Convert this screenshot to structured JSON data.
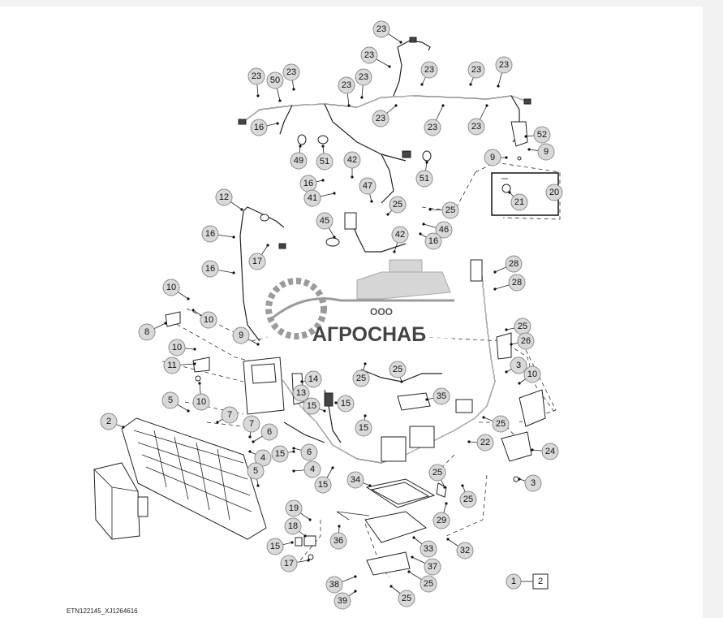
{
  "diagram": {
    "figure_id": "ETN122145_XJ1264616",
    "watermark": {
      "company_prefix": "ООО",
      "company_name": "АГРОСНАБ"
    },
    "callouts": [
      {
        "id": "c1",
        "text": "23"
      },
      {
        "id": "c2",
        "text": "23"
      },
      {
        "id": "c3",
        "text": "23"
      },
      {
        "id": "c4",
        "text": "50"
      },
      {
        "id": "c5",
        "text": "23"
      },
      {
        "id": "c6",
        "text": "23"
      },
      {
        "id": "c7",
        "text": "23"
      },
      {
        "id": "c8",
        "text": "23"
      },
      {
        "id": "c9",
        "text": "23"
      },
      {
        "id": "c10",
        "text": "23"
      },
      {
        "id": "c11",
        "text": "16"
      },
      {
        "id": "c12",
        "text": "23"
      },
      {
        "id": "c13",
        "text": "23"
      },
      {
        "id": "c14",
        "text": "23"
      },
      {
        "id": "c15",
        "text": "52"
      },
      {
        "id": "c16",
        "text": "49"
      },
      {
        "id": "c17",
        "text": "51"
      },
      {
        "id": "c18",
        "text": "42"
      },
      {
        "id": "c19",
        "text": "51"
      },
      {
        "id": "c20",
        "text": "9"
      },
      {
        "id": "c21",
        "text": "9"
      },
      {
        "id": "c22",
        "text": "16"
      },
      {
        "id": "c23",
        "text": "41"
      },
      {
        "id": "c24",
        "text": "47"
      },
      {
        "id": "c25",
        "text": "25"
      },
      {
        "id": "c26",
        "text": "20"
      },
      {
        "id": "c27",
        "text": "21"
      },
      {
        "id": "c28",
        "text": "12"
      },
      {
        "id": "c29",
        "text": "25"
      },
      {
        "id": "c30",
        "text": "46"
      },
      {
        "id": "c31",
        "text": "16"
      },
      {
        "id": "c32",
        "text": "16"
      },
      {
        "id": "c33",
        "text": "45"
      },
      {
        "id": "c34",
        "text": "42"
      },
      {
        "id": "c35",
        "text": "17"
      },
      {
        "id": "c36",
        "text": "16"
      },
      {
        "id": "c37",
        "text": "28"
      },
      {
        "id": "c38",
        "text": "28"
      },
      {
        "id": "c39",
        "text": "10"
      },
      {
        "id": "c40",
        "text": "10"
      },
      {
        "id": "c41",
        "text": "8"
      },
      {
        "id": "c42",
        "text": "9"
      },
      {
        "id": "c43",
        "text": "25"
      },
      {
        "id": "c44",
        "text": "26"
      },
      {
        "id": "c45",
        "text": "10"
      },
      {
        "id": "c46",
        "text": "11"
      },
      {
        "id": "c47",
        "text": "3"
      },
      {
        "id": "c48",
        "text": "10"
      },
      {
        "id": "c49",
        "text": "14"
      },
      {
        "id": "c50",
        "text": "25"
      },
      {
        "id": "c51",
        "text": "25"
      },
      {
        "id": "c52",
        "text": "13"
      },
      {
        "id": "c53",
        "text": "35"
      },
      {
        "id": "c54",
        "text": "10"
      },
      {
        "id": "c55",
        "text": "5"
      },
      {
        "id": "c56",
        "text": "15"
      },
      {
        "id": "c57",
        "text": "15"
      },
      {
        "id": "c58",
        "text": "7"
      },
      {
        "id": "c59",
        "text": "2"
      },
      {
        "id": "c60",
        "text": "15"
      },
      {
        "id": "c61",
        "text": "25"
      },
      {
        "id": "c62",
        "text": "7"
      },
      {
        "id": "c63",
        "text": "6"
      },
      {
        "id": "c64",
        "text": "22"
      },
      {
        "id": "c65",
        "text": "24"
      },
      {
        "id": "c66",
        "text": "4"
      },
      {
        "id": "c67",
        "text": "15"
      },
      {
        "id": "c68",
        "text": "6"
      },
      {
        "id": "c69",
        "text": "5"
      },
      {
        "id": "c70",
        "text": "4"
      },
      {
        "id": "c71",
        "text": "15"
      },
      {
        "id": "c72",
        "text": "34"
      },
      {
        "id": "c73",
        "text": "25"
      },
      {
        "id": "c74",
        "text": "3"
      },
      {
        "id": "c75",
        "text": "25"
      },
      {
        "id": "c76",
        "text": "29"
      },
      {
        "id": "c77",
        "text": "19"
      },
      {
        "id": "c78",
        "text": "18"
      },
      {
        "id": "c79",
        "text": "36"
      },
      {
        "id": "c80",
        "text": "15"
      },
      {
        "id": "c81",
        "text": "33"
      },
      {
        "id": "c82",
        "text": "32"
      },
      {
        "id": "c83",
        "text": "17"
      },
      {
        "id": "c84",
        "text": "37"
      },
      {
        "id": "c85",
        "text": "38"
      },
      {
        "id": "c86",
        "text": "25"
      },
      {
        "id": "c87",
        "text": "39"
      },
      {
        "id": "c88",
        "text": "25"
      }
    ],
    "legend": {
      "index_label": "1",
      "reference_label": "2"
    }
  }
}
